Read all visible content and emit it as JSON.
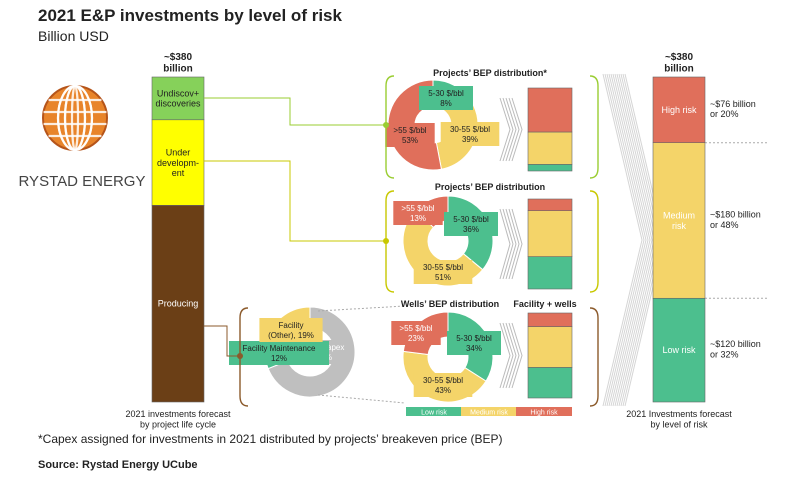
{
  "header": {
    "title": "2021 E&P investments by level of risk",
    "subtitle": "Billion USD"
  },
  "footer": {
    "footnote": "*Capex assigned for investments in 2021 distributed by projects’ breakeven price (BEP)",
    "source": "Source: Rystad Energy UCube"
  },
  "logo": {
    "icon": "rystad-globe-icon",
    "text": "RYSTAD ENERGY"
  },
  "colors": {
    "green": "#4CBF8E",
    "yellow_bar": "#F4D469",
    "red": "#E06F5B",
    "lime": "#86D15A",
    "bright_yellow": "#FFFF00",
    "brown": "#6B3F16",
    "dark_olive": "#7A7A00",
    "gray": "#BFBFBF"
  },
  "chart_data": [
    {
      "type": "bar",
      "id": "lifecycle",
      "total_label": "~$380\nbillion",
      "xlabel": "2021 investments forecast\nby project life cycle",
      "categories": [
        "Producing",
        "Under\ndevelopm-\nent",
        "Undiscov+\ndiscoveries"
      ],
      "values": [
        230,
        100,
        50
      ]
    },
    {
      "type": "pie",
      "id": "undiscovered_bep",
      "title": "Projects’ BEP distribution*",
      "slices": [
        {
          "label": "5-30 $/bbl",
          "value": 8,
          "value_label": "8%"
        },
        {
          "label": "30-55 $/bbl",
          "value": 39,
          "value_label": "39%"
        },
        {
          "label": ">55 $/bbl",
          "value": 53,
          "value_label": "53%"
        }
      ]
    },
    {
      "type": "pie",
      "id": "underdev_bep",
      "title": "Projects’ BEP distribution",
      "slices": [
        {
          "label": "5-30 $/bbl",
          "value": 36,
          "value_label": "36%"
        },
        {
          "label": "30-55 $/bbl",
          "value": 51,
          "value_label": "51%"
        },
        {
          "label": ">55 $/bbl",
          "value": 13,
          "value_label": "13%"
        }
      ]
    },
    {
      "type": "pie",
      "id": "producing_capex",
      "slices": [
        {
          "label": "Well Capex",
          "value": 69,
          "value_label": "69%"
        },
        {
          "label": "Facility Maintenance",
          "value": 12,
          "value_label": "12%"
        },
        {
          "label": "Facility\n(Other), 19%",
          "value": 19,
          "value_label": ""
        }
      ]
    },
    {
      "type": "pie",
      "id": "wells_bep",
      "title": "Wells’ BEP distribution",
      "slices": [
        {
          "label": "5-30 $/bbl",
          "value": 34,
          "value_label": "34%"
        },
        {
          "label": "30-55 $/bbl",
          "value": 43,
          "value_label": "43%"
        },
        {
          "label": ">55 $/bbl",
          "value": 23,
          "value_label": "23%"
        }
      ]
    },
    {
      "type": "bar",
      "id": "risk_stack_undiscovered",
      "series": [
        {
          "name": "Low risk",
          "value": 8
        },
        {
          "name": "Medium risk",
          "value": 39
        },
        {
          "name": "High risk",
          "value": 53
        }
      ]
    },
    {
      "type": "bar",
      "id": "risk_stack_underdev",
      "series": [
        {
          "name": "Low risk",
          "value": 36
        },
        {
          "name": "Medium risk",
          "value": 51
        },
        {
          "name": "High risk",
          "value": 13
        }
      ]
    },
    {
      "type": "bar",
      "id": "risk_stack_facility_wells",
      "title": "Facility + wells",
      "series": [
        {
          "name": "Low risk",
          "value": 36
        },
        {
          "name": "Medium risk",
          "value": 48
        },
        {
          "name": "High risk",
          "value": 16
        }
      ]
    },
    {
      "type": "bar",
      "id": "risk_total",
      "total_label": "~$380\nbillion",
      "xlabel": "2021 Investments forecast\nby level of risk",
      "categories": [
        "Low risk",
        "Medium\nrisk",
        "High risk"
      ],
      "values": [
        120,
        180,
        76
      ],
      "annotations": [
        "~$120 billion\nor 32%",
        "~$180 billion\nor 48%",
        "~$76 billion\nor 20%"
      ]
    }
  ],
  "legend": {
    "items": [
      "Low risk",
      "Medium risk",
      "High risk"
    ]
  }
}
